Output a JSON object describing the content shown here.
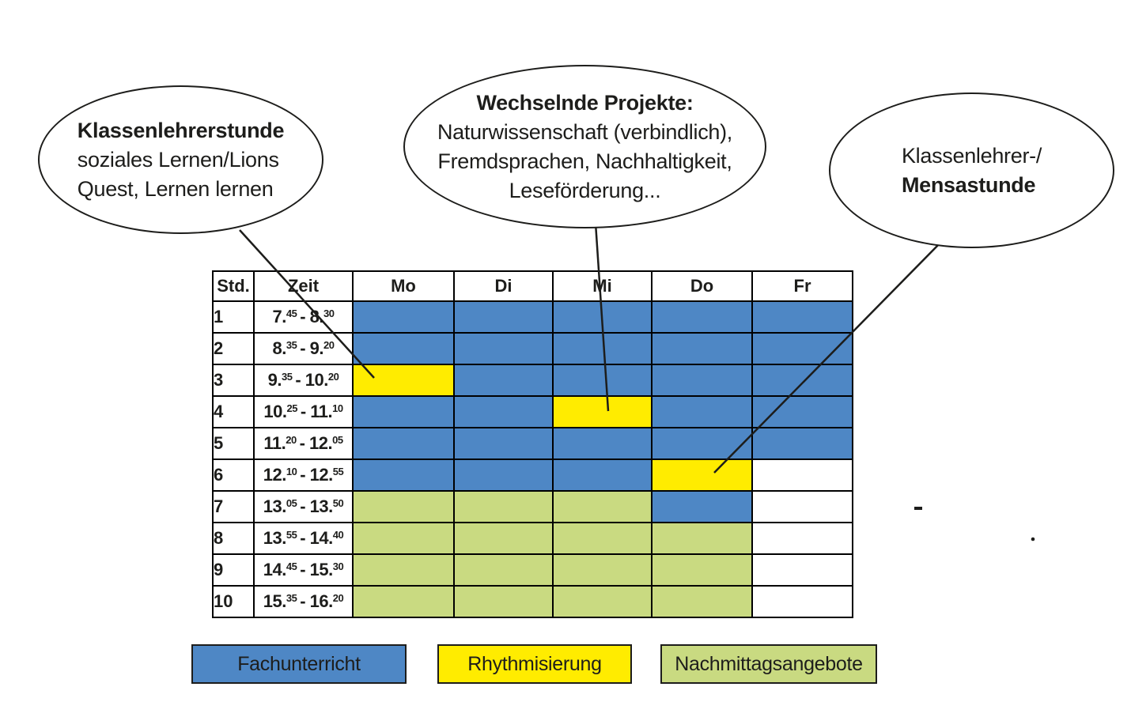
{
  "bubbles": [
    {
      "id": "klassenlehrerstunde",
      "lines": [
        {
          "text": "Klassenlehrerstunde",
          "bold": true
        },
        {
          "text": "soziales Lernen/Lions",
          "bold": false
        },
        {
          "text": "Quest, Lernen lernen",
          "bold": false
        }
      ]
    },
    {
      "id": "wechselnde-projekte",
      "lines": [
        {
          "text": "Wechselnde Projekte:",
          "bold": true
        },
        {
          "text": "Naturwissenschaft (verbindlich),",
          "bold": false
        },
        {
          "text": "Fremdsprachen, Nachhaltigkeit,",
          "bold": false
        },
        {
          "text": "Leseförderung...",
          "bold": false
        }
      ]
    },
    {
      "id": "klassenlehrer-mensastunde",
      "lines": [
        {
          "text": "Klassenlehrer-/",
          "bold": false
        },
        {
          "text": "Mensastunde",
          "bold": true
        }
      ]
    }
  ],
  "table": {
    "columns": [
      "Std.",
      "Zeit",
      "Mo",
      "Di",
      "Mi",
      "Do",
      "Fr"
    ],
    "rows": [
      {
        "std": "1",
        "zeit": {
          "start": "7",
          "start_min": "45",
          "end": "8",
          "end_min": "30"
        },
        "cells": [
          "blue",
          "blue",
          "blue",
          "blue",
          "blue"
        ]
      },
      {
        "std": "2",
        "zeit": {
          "start": "8",
          "start_min": "35",
          "end": "9",
          "end_min": "20"
        },
        "cells": [
          "blue",
          "blue",
          "blue",
          "blue",
          "blue"
        ]
      },
      {
        "std": "3",
        "zeit": {
          "start": "9",
          "start_min": "35",
          "end": "10",
          "end_min": "20"
        },
        "cells": [
          "yellow",
          "blue",
          "blue",
          "blue",
          "blue"
        ]
      },
      {
        "std": "4",
        "zeit": {
          "start": "10",
          "start_min": "25",
          "end": "11",
          "end_min": "10"
        },
        "cells": [
          "blue",
          "blue",
          "yellow",
          "blue",
          "blue"
        ]
      },
      {
        "std": "5",
        "zeit": {
          "start": "11",
          "start_min": "20",
          "end": "12",
          "end_min": "05"
        },
        "cells": [
          "blue",
          "blue",
          "blue",
          "blue",
          "blue"
        ]
      },
      {
        "std": "6",
        "zeit": {
          "start": "12",
          "start_min": "10",
          "end": "12",
          "end_min": "55"
        },
        "cells": [
          "blue",
          "blue",
          "blue",
          "yellow",
          "white"
        ]
      },
      {
        "std": "7",
        "zeit": {
          "start": "13",
          "start_min": "05",
          "end": "13",
          "end_min": "50"
        },
        "cells": [
          "green",
          "green",
          "green",
          "blue",
          "white"
        ]
      },
      {
        "std": "8",
        "zeit": {
          "start": "13",
          "start_min": "55",
          "end": "14",
          "end_min": "40"
        },
        "cells": [
          "green",
          "green",
          "green",
          "green",
          "white"
        ]
      },
      {
        "std": "9",
        "zeit": {
          "start": "14",
          "start_min": "45",
          "end": "15",
          "end_min": "30"
        },
        "cells": [
          "green",
          "green",
          "green",
          "green",
          "white"
        ]
      },
      {
        "std": "10",
        "zeit": {
          "start": "15",
          "start_min": "35",
          "end": "16",
          "end_min": "20"
        },
        "cells": [
          "green",
          "green",
          "green",
          "green",
          "white"
        ]
      }
    ]
  },
  "legend": [
    {
      "label": "Fachunterricht",
      "color": "blue"
    },
    {
      "label": "Rhythmisierung",
      "color": "yellow"
    },
    {
      "label": "Nachmittagsangebote",
      "color": "green"
    }
  ],
  "colors": {
    "blue": "#4e87c5",
    "yellow": "#ffec00",
    "green": "#c9da81",
    "white": "#ffffff",
    "line": "#1d1d1b"
  }
}
